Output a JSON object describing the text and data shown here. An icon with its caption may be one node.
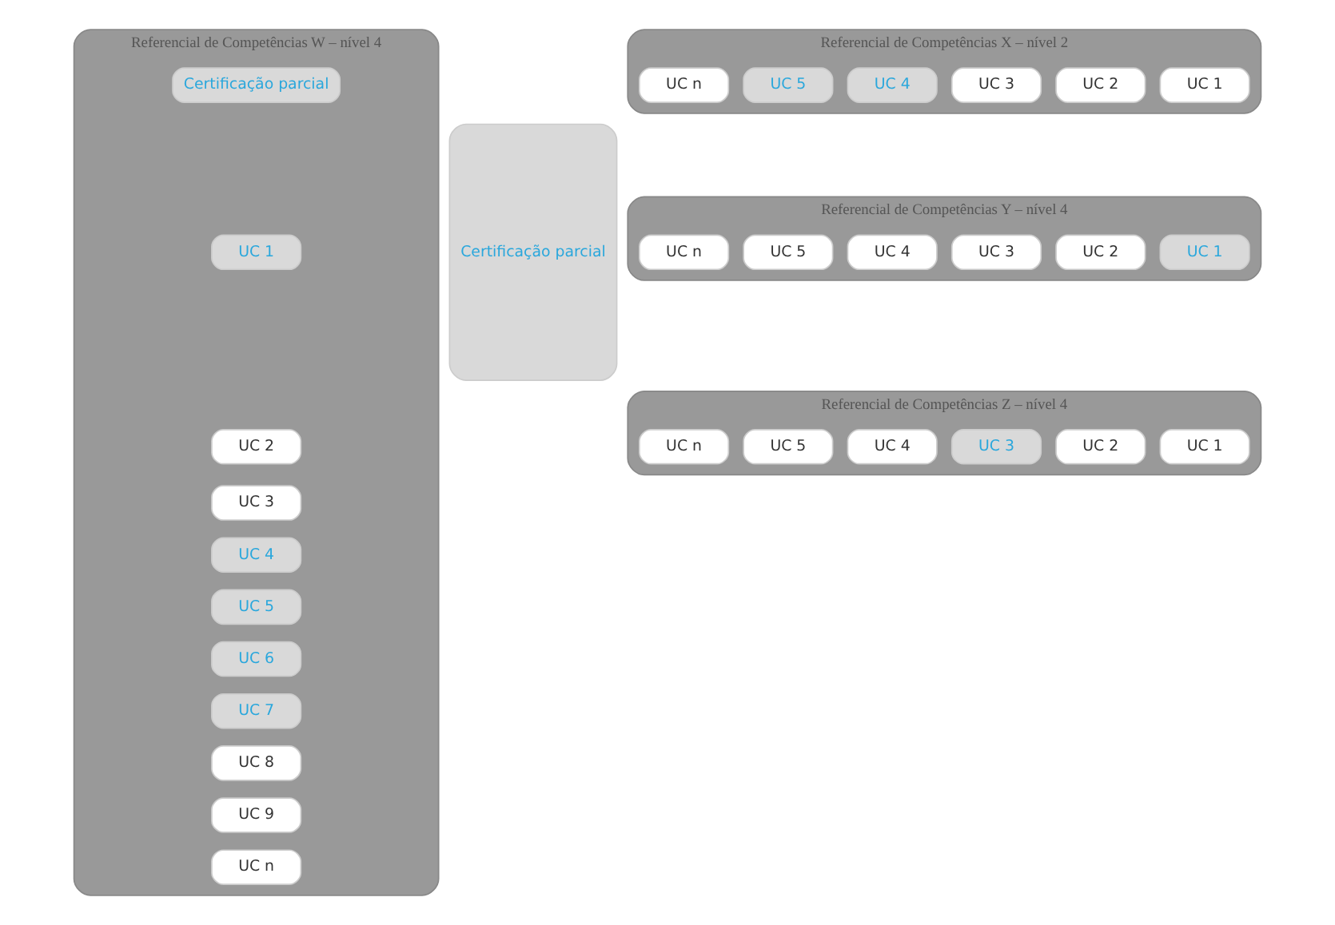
{
  "diagram": {
    "nodes": [
      {
        "text": [
          "Referencial de Competências W – nível 4"
        ]
      },
      {
        "text": [
          "Certificação parcial"
        ],
        "in": 0
      },
      {
        "text": [
          "UC 1"
        ],
        "in": 0
      },
      {
        "text": [
          "UC 2"
        ],
        "in": 0
      },
      {
        "text": [
          "UC 3"
        ],
        "in": 0
      },
      {
        "text": [
          "UC 4"
        ],
        "in": 0
      },
      {
        "text": [
          "UC 5"
        ],
        "in": 0
      },
      {
        "text": [
          "UC 6"
        ],
        "in": 0
      },
      {
        "text": [
          "UC 7"
        ],
        "in": 0
      },
      {
        "text": [
          "UC 8"
        ],
        "in": 0
      },
      {
        "text": [
          "UC 9"
        ],
        "in": 0
      },
      {
        "text": [
          "UC n"
        ],
        "in": 0
      },
      {
        "text": [
          "Certificação parcial"
        ]
      },
      {
        "text": [
          "Referencial de Competências X – nível 2"
        ]
      },
      {
        "text": [
          "UC 1"
        ],
        "in": 13
      },
      {
        "text": [
          "UC 2"
        ],
        "in": 13
      },
      {
        "text": [
          "UC 3"
        ],
        "in": 13
      },
      {
        "text": [
          "UC 4"
        ],
        "in": 13
      },
      {
        "text": [
          "UC 5"
        ],
        "in": 13
      },
      {
        "text": [
          "UC n"
        ],
        "in": 13
      },
      {
        "text": [
          "Referencial de Competências Y – nível 4"
        ]
      },
      {
        "text": [
          "UC 1"
        ],
        "in": 20
      },
      {
        "text": [
          "UC 2"
        ],
        "in": 20
      },
      {
        "text": [
          "UC 3"
        ],
        "in": 20
      },
      {
        "text": [
          "UC 4"
        ],
        "in": 20
      },
      {
        "text": [
          "UC 5"
        ],
        "in": 20
      },
      {
        "text": [
          "UC n"
        ],
        "in": 20
      },
      {
        "text": [
          "Referencial de Competências Z – nível 4"
        ]
      },
      {
        "text": [
          "UC 1"
        ],
        "in": 27
      },
      {
        "text": [
          "UC 2"
        ],
        "in": 27
      },
      {
        "text": [
          "UC 3"
        ],
        "in": 27
      },
      {
        "text": [
          "UC 4"
        ],
        "in": 27
      },
      {
        "text": [
          "UC 5"
        ],
        "in": 27
      },
      {
        "text": [
          "UC n"
        ],
        "in": 27
      }
    ],
    "edges": []
  }
}
